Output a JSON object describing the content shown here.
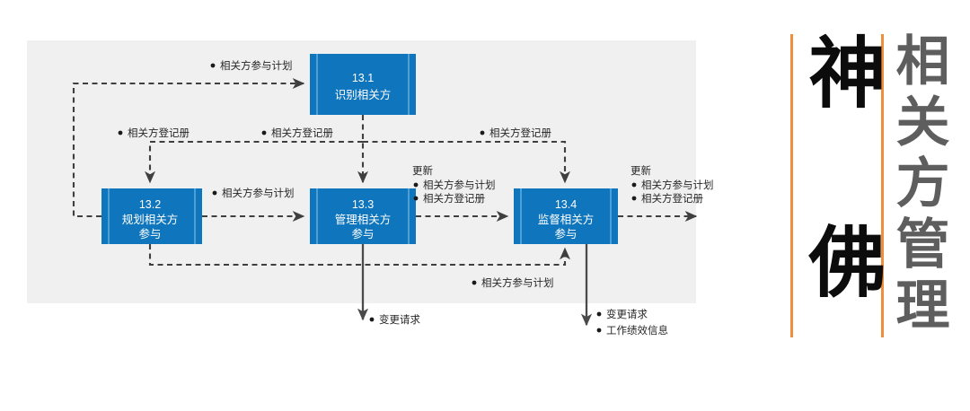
{
  "diagram": {
    "title_panel": {
      "main_text": "神佛",
      "sub_text": "相关方管理",
      "rule_color": "#ef8f3c",
      "main_color": "#0c0c0c",
      "sub_color": "#5e5e5e"
    },
    "panel": {
      "background_color": "#f0f0f0"
    },
    "box_color": "#0f75bd",
    "processes": [
      {
        "id": "13.1",
        "number": "13.1",
        "line1": "识别相关方",
        "line2": ""
      },
      {
        "id": "13.2",
        "number": "13.2",
        "line1": "规划相关方",
        "line2": "参与"
      },
      {
        "id": "13.3",
        "number": "13.3",
        "line1": "管理相关方",
        "line2": "参与"
      },
      {
        "id": "13.4",
        "number": "13.4",
        "line1": "监督相关方",
        "line2": "参与"
      }
    ],
    "labels": {
      "top_plan": "相关方参与计划",
      "register_a": "相关方登记册",
      "register_b": "相关方登记册",
      "register_c": "相关方登记册",
      "mid_plan": "相关方参与计划",
      "bottom_plan": "相关方参与计划",
      "update_134_head": "更新",
      "update_134_item1": "相关方参与计划",
      "update_134_item2": "相关方登记册",
      "update_out_head": "更新",
      "update_out_item1": "相关方参与计划",
      "update_out_item2": "相关方登记册",
      "change_request_133": "变更请求",
      "change_request_134": "变更请求",
      "work_performance": "工作绩效信息"
    }
  }
}
